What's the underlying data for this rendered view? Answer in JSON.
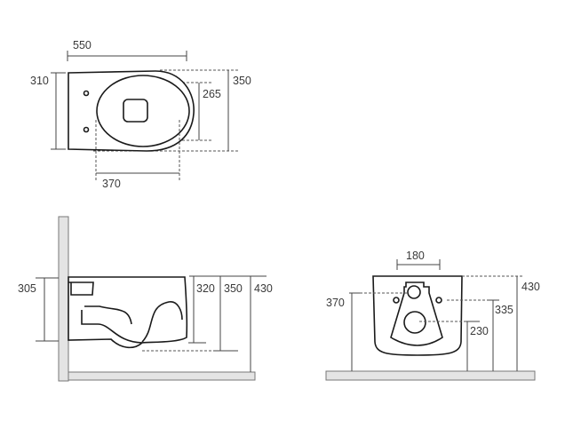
{
  "top_view": {
    "overall_length": "550",
    "rear_width": "310",
    "seat_width": "265",
    "overall_width": "350",
    "seat_length": "370"
  },
  "side_view": {
    "fixing_height": "305",
    "rim_height": "320",
    "bowl_height": "350",
    "total_height": "430"
  },
  "front_view": {
    "fixing_distance": "180",
    "total_height": "430",
    "inlet_height": "370",
    "fixing_height": "335",
    "outlet_height": "230"
  }
}
